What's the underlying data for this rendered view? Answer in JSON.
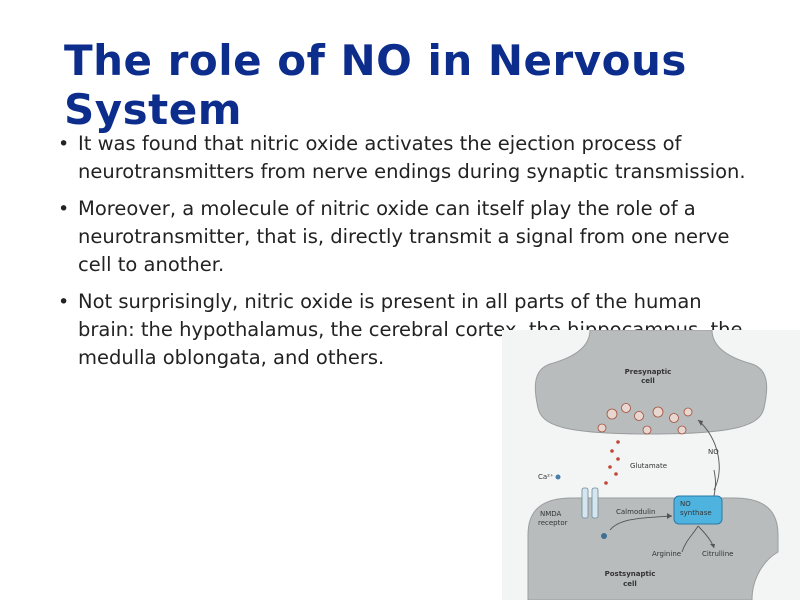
{
  "slide": {
    "title": "The role of NO in Nervous System",
    "bullets": [
      "It was found that nitric oxide activates the ejection process of neurotransmitters from nerve endings during synaptic transmission.",
      "Moreover, a molecule of nitric oxide can itself play the role of a neurotransmitter, that is, directly transmit a signal from one nerve cell to another.",
      "Not surprisingly, nitric oxide is present in all parts of the human brain: the hypothalamus, the cerebral cortex, the hippocampus, the medulla oblongata, and others."
    ],
    "bullet_glyph": "•"
  },
  "figure": {
    "presynaptic_label_1": "Presynaptic",
    "presynaptic_label_2": "cell",
    "postsynaptic_label_1": "Postsynaptic",
    "postsynaptic_label_2": "cell",
    "glutamate_label": "Glutamate",
    "no_label": "NO",
    "calcium_label": "Ca²⁺",
    "nmda_label_1": "NMDA",
    "nmda_label_2": "receptor",
    "calmodulin_label": "Calmodulin",
    "no_synthase_label_1": "NO",
    "no_synthase_label_2": "synthase",
    "arginine_label": "Arginine",
    "citrulline_label": "Citrulline"
  },
  "colors": {
    "title": "#0d2d8c",
    "body_text": "#222222",
    "cell_fill": "#b9bcbd",
    "synthase_fill": "#4fb3e0"
  }
}
